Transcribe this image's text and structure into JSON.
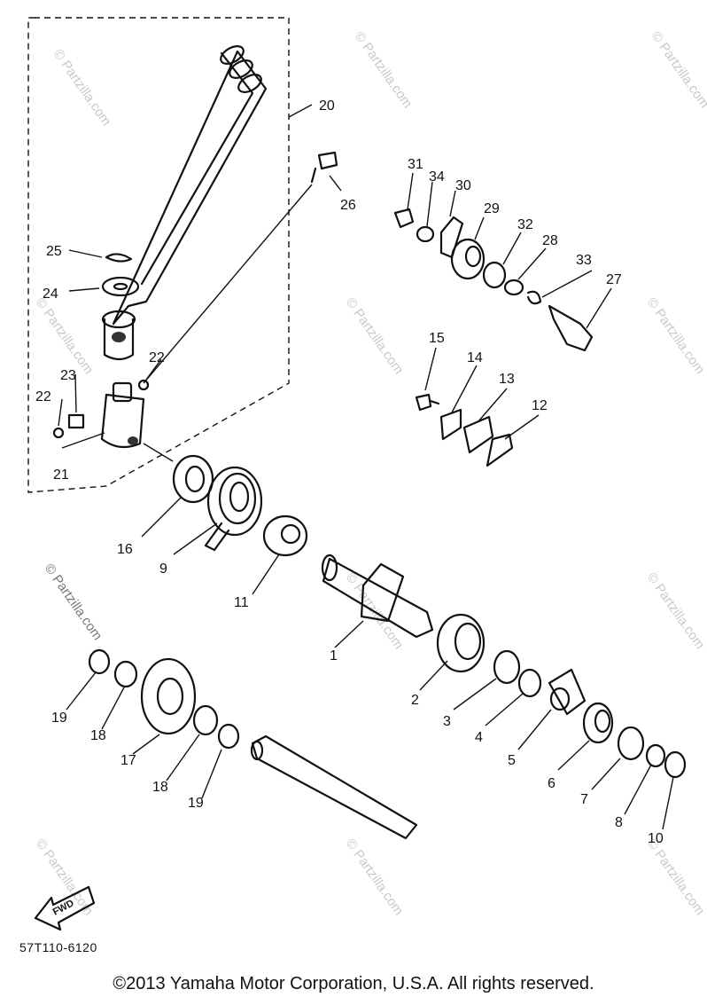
{
  "diagram": {
    "code": "57T110-6120",
    "copyright": "©2013  Yamaha Motor Corporation, U.S.A. All rights reserved.",
    "watermark": "© Partzilla.com",
    "fwd_label": "FWD",
    "callouts": [
      "1",
      "2",
      "3",
      "4",
      "5",
      "6",
      "7",
      "8",
      "10",
      "11",
      "12",
      "13",
      "14",
      "15",
      "16",
      "9",
      "17",
      "18",
      "18",
      "19",
      "19",
      "20",
      "21",
      "22",
      "22",
      "23",
      "24",
      "25",
      "26",
      "27",
      "28",
      "29",
      "30",
      "31",
      "32",
      "33",
      "34"
    ]
  }
}
